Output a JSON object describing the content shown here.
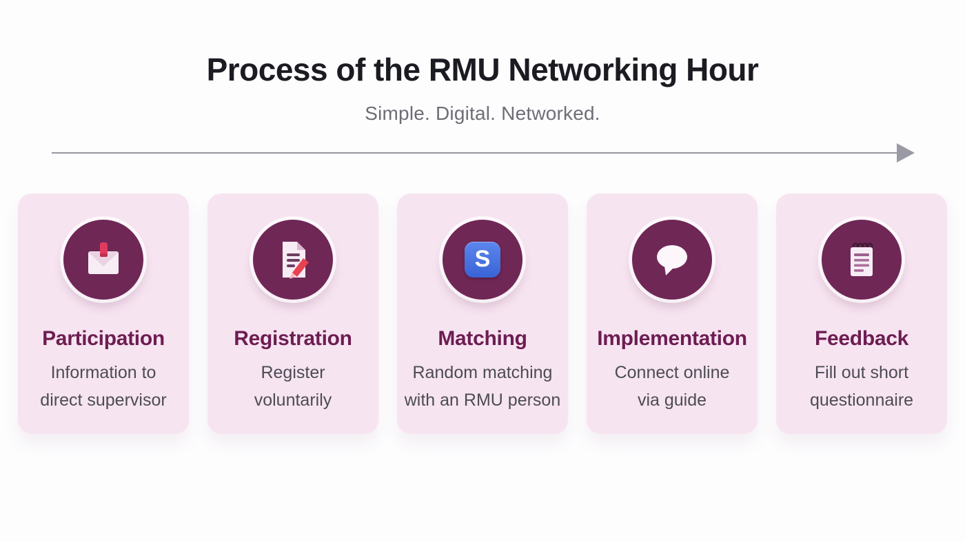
{
  "header": {
    "title": "Process of the RMU Networking Hour",
    "subtitle": "Simple. Digital. Networked."
  },
  "steps": [
    {
      "title": "Participation",
      "description": "Information to\ndirect supervisor",
      "icon": "mail-icon"
    },
    {
      "title": "Registration",
      "description": "Register\nvoluntarily",
      "icon": "document-pen-icon"
    },
    {
      "title": "Matching",
      "description": "Random matching\nwith an RMU person",
      "icon": "matching-app-icon",
      "icon_letter": "S"
    },
    {
      "title": "Implementation",
      "description": "Connect online\nvia guide",
      "icon": "speech-bubble-icon"
    },
    {
      "title": "Feedback",
      "description": "Fill out short\nquestionnaire",
      "icon": "notepad-icon"
    }
  ],
  "colors": {
    "accent_plum": "#6F2756",
    "card_background": "#F7E4F1",
    "card_title": "#6D1D52",
    "description_text": "#4C4C54",
    "main_title": "#1B1B22",
    "subtitle_text": "#6D6D75",
    "arrow_gray": "#96969E",
    "matching_blue": "#4070E0",
    "pin_red": "#E23A5E",
    "pen_red": "#E8414F"
  }
}
